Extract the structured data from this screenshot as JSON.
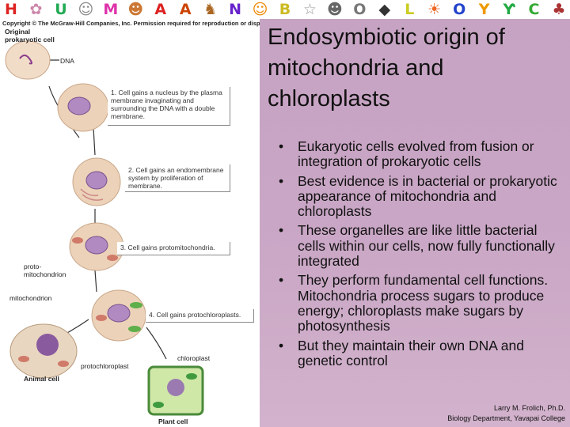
{
  "banner": {
    "letters": [
      {
        "ch": "H",
        "color": "#d22"
      },
      {
        "ch": "✿",
        "color": "#c8a"
      },
      {
        "ch": "U",
        "color": "#2a5"
      },
      {
        "ch": "☺",
        "color": "#888"
      },
      {
        "ch": "M",
        "color": "#d3a"
      },
      {
        "ch": "☻",
        "color": "#c73"
      },
      {
        "ch": "A",
        "color": "#d22"
      },
      {
        "ch": "A",
        "color": "#c40"
      },
      {
        "ch": "♞",
        "color": "#a62"
      },
      {
        "ch": "N",
        "color": "#62c"
      },
      {
        "ch": "☺",
        "color": "#e80"
      },
      {
        "ch": "B",
        "color": "#cb2"
      },
      {
        "ch": "☆",
        "color": "#999"
      },
      {
        "ch": "☻",
        "color": "#666"
      },
      {
        "ch": "O",
        "color": "#777"
      },
      {
        "ch": "◆",
        "color": "#333"
      },
      {
        "ch": "L",
        "color": "#cc2"
      },
      {
        "ch": "☀",
        "color": "#e62"
      },
      {
        "ch": "O",
        "color": "#24c"
      },
      {
        "ch": "Y",
        "color": "#e90"
      },
      {
        "ch": "Ƴ",
        "color": "#2a4"
      },
      {
        "ch": "C",
        "color": "#3a3"
      },
      {
        "ch": "♣",
        "color": "#a33"
      }
    ]
  },
  "figure": {
    "copyright": "Copyright © The McGraw-Hill Companies, Inc. Permission required for reproduction or display.",
    "original_label": "Original\nprokaryotic cell",
    "dna_label": "DNA",
    "step1": "1. Cell gains a nucleus by the plasma membrane invaginating and surrounding the DNA with a double membrane.",
    "step2": "2. Cell gains an endomembrane system by proliferation of membrane.",
    "step3": "3. Cell gains protomitochondria.",
    "step4": "4. Cell gains protochloroplasts.",
    "protomito_label": "proto-\nmitochondrion",
    "mito_label": "mitochondrion",
    "protochloro_label": "protochloroplast",
    "chloro_label": "chloroplast",
    "animal_label": "Animal cell",
    "plant_label": "Plant cell"
  },
  "slide": {
    "title": "Endosymbiotic origin of mitochondria and chloroplasts",
    "bullets": [
      "Eukaryotic cells evolved from fusion or integration of prokaryotic cells",
      "Best evidence is in bacterial or prokaryotic appearance of mitochondria and chloroplasts",
      "These organelles are like little bacterial cells within our cells, now fully functionally integrated",
      "They perform fundamental cell functions.  Mitochondria process sugars to produce energy; chloroplasts make sugars by photosynthesis",
      "But they maintain their own DNA and genetic control"
    ],
    "credit_name": "Larry M. Frolich, Ph.D.",
    "credit_dept": "Biology Department, Yavapai College"
  }
}
